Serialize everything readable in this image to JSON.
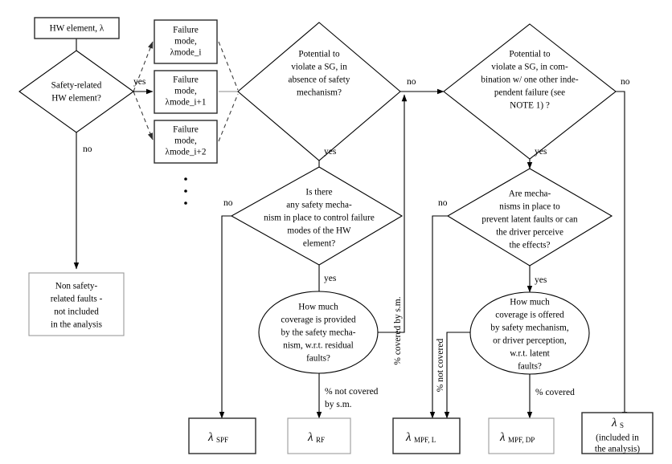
{
  "diagram": {
    "title": "ISO 26262 hardware fault classification flowchart",
    "background_color": "#ffffff",
    "line_color": "#000000",
    "dashed_line_color": "#3c3c3c",
    "gray_border_color": "#9a9a9a"
  },
  "nodes": {
    "hw_element": {
      "label": "HW element, λ"
    },
    "safety_related": {
      "line1": "Safety-related",
      "line2": "HW element?"
    },
    "failure_mode_1": {
      "line1": "Failure",
      "line2": "mode,",
      "line3": "λmode_i"
    },
    "failure_mode_2": {
      "line1": "Failure",
      "line2": "mode,",
      "line3": "λmode_i+1"
    },
    "failure_mode_3": {
      "line1": "Failure",
      "line2": "mode,",
      "line3": "λmode_i+2"
    },
    "non_safety_box": {
      "line1": "Non safety-",
      "line2": "related faults -",
      "line3": "not included",
      "line4": "in the analysis"
    },
    "potential_sg_absence": {
      "line1": "Potential to",
      "line2": "violate a SG, in",
      "line3": "absence of safety",
      "line4": "mechanism?"
    },
    "potential_sg_combination": {
      "line1": "Potential to",
      "line2": "violate a SG, in com-",
      "line3": "bination w/ one other inde-",
      "line4": "pendent failure (see",
      "line5": "NOTE 1) ?"
    },
    "is_there_mechanism": {
      "line1": "Is there",
      "line2": "any safety mecha-",
      "line3": "nism in place to control failure",
      "line4": "modes of the HW",
      "line5": "element?"
    },
    "are_mechanisms_latent": {
      "line1": "Are mecha-",
      "line2": "nisms in place to",
      "line3": "prevent latent faults or can",
      "line4": "the driver perceive",
      "line5": "the effects?"
    },
    "coverage_residual": {
      "line1": "How much",
      "line2": "coverage is provided",
      "line3": "by the safety mecha-",
      "line4": "nism, w.r.t. residual",
      "line5": "faults?"
    },
    "coverage_latent": {
      "line1": "How much",
      "line2": "coverage is offered",
      "line3": "by safety mechanism,",
      "line4": "or driver perception,",
      "line5": "w.r.t. latent",
      "line6": "faults?"
    },
    "lambda_spf": {
      "symbol": "λ",
      "subscript": "SPF"
    },
    "lambda_rf": {
      "symbol": "λ",
      "subscript": "RF"
    },
    "lambda_mpf_l": {
      "symbol": "λ",
      "subscript": "MPF, L"
    },
    "lambda_mpf_dp": {
      "symbol": "λ",
      "subscript": "MPF, DP"
    },
    "lambda_s": {
      "symbol": "λ",
      "subscript": "S",
      "line2": "(included in",
      "line3": "the analysis)"
    }
  },
  "edge_labels": {
    "safety_yes": "yes",
    "safety_no": "no",
    "sg_absence_no": "no",
    "sg_absence_yes": "yes",
    "sg_combination_no": "no",
    "sg_combination_yes": "yes",
    "mechanism_no": "no",
    "mechanism_yes": "yes",
    "latent_no": "no",
    "latent_yes": "yes",
    "pct_covered_by_sm": "% covered by s.m.",
    "pct_not_covered_by_sm_1": "% not covered",
    "pct_not_covered_by_sm_2": "by s.m.",
    "pct_not_covered": "% not covered",
    "pct_covered": "% covered"
  }
}
